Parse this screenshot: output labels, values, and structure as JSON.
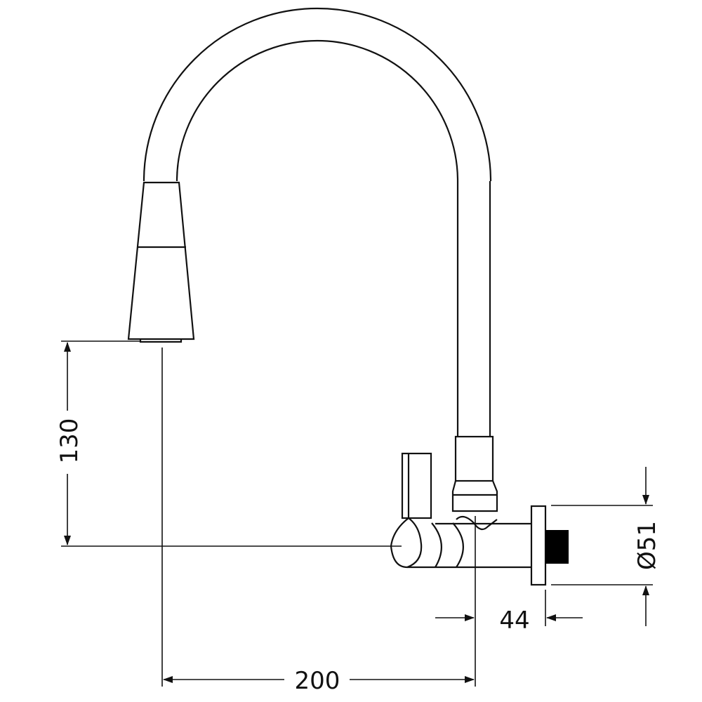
{
  "drawing": {
    "dimensions": {
      "spout_height": "130",
      "reach": "200",
      "wall_offset": "44",
      "flange_diameter": "Ø51"
    },
    "line_color": "#111111",
    "thread_color": "#000000"
  }
}
